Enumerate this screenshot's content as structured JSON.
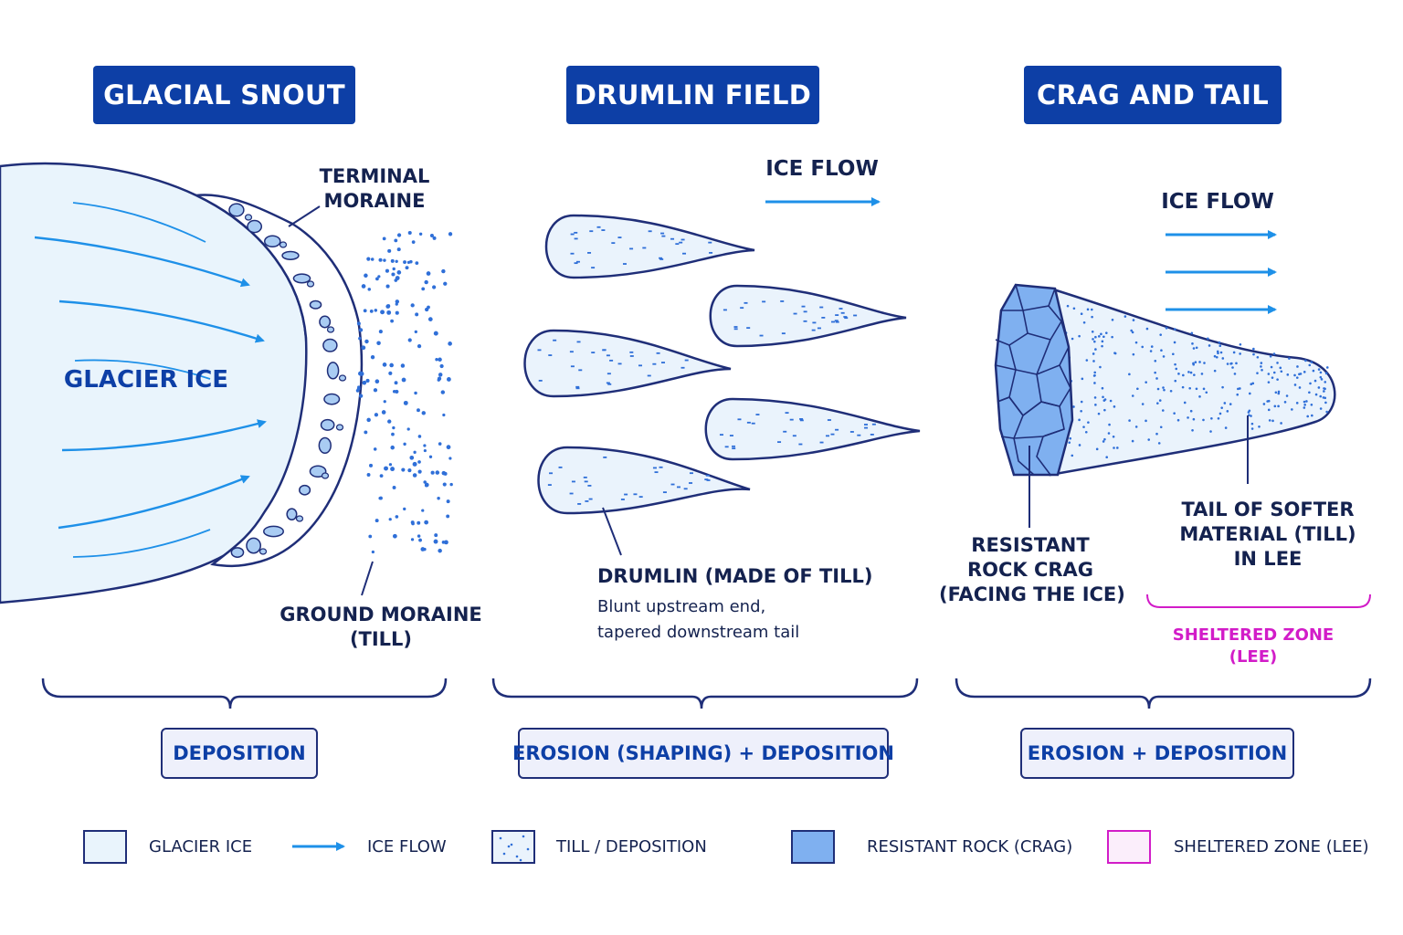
{
  "titles": {
    "glacial_snout": "GLACIAL SNOUT",
    "drumlin_field": "DRUMLIN FIELD",
    "crag_and_tail": "CRAG AND TAIL"
  },
  "snout": {
    "glacier_ice": "GLACIER ICE",
    "terminal_moraine": [
      "TERMINAL",
      "MORAINE"
    ],
    "ground_moraine": [
      "GROUND MORAINE",
      "(TILL)"
    ]
  },
  "drumlin": {
    "ice_flow": "ICE FLOW",
    "drumlin_label": "DRUMLIN (MADE OF TILL)",
    "description": [
      "Blunt upstream end,",
      "tapered downstream tail"
    ]
  },
  "crag": {
    "ice_flow": "ICE FLOW",
    "resistant_rock": [
      "RESISTANT",
      "ROCK CRAG",
      "(FACING THE ICE)"
    ],
    "tail": [
      "TAIL OF SOFTER",
      "MATERIAL (TILL)",
      "IN LEE"
    ],
    "sheltered_zone": [
      "SHELTERED ZONE",
      "(LEE)"
    ]
  },
  "processes": {
    "snout": "DEPOSITION",
    "drumlin": "EROSION (SHAPING) + DEPOSITION",
    "crag": "EROSION + DEPOSITION"
  },
  "legend": {
    "glacier_ice": "GLACIER ICE",
    "ice_flow": "ICE FLOW",
    "till": "TILL / DEPOSITION",
    "rock": "RESISTANT ROCK (CRAG)",
    "lee": "SHELTERED ZONE (LEE)"
  },
  "colors": {
    "title_bg": "#0d3fa6",
    "outline": "#1f2e78",
    "ice_fill": "#e9f4fc",
    "flow_arrow": "#1e90e8",
    "till_dot": "#2f6fd8",
    "rock_fill": "#7fb0f0",
    "lee": "#d21cc8"
  },
  "icons": {
    "ice_flow": "right-arrow-icon"
  }
}
